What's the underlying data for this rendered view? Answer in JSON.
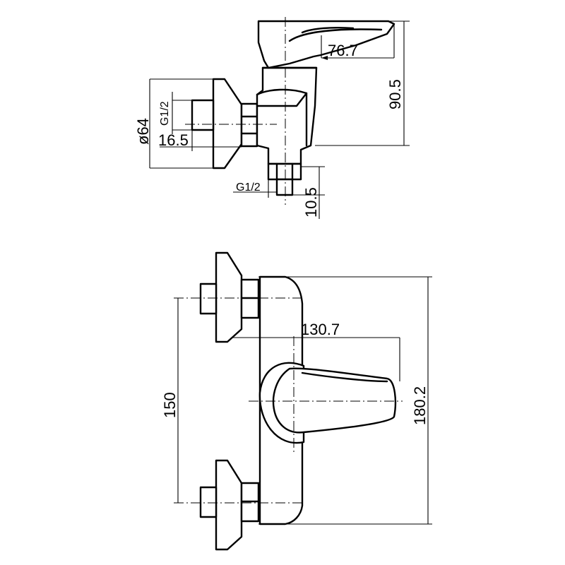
{
  "dimensions": {
    "side_view": {
      "d_76_7": "76.7",
      "d_90_5": "90.5",
      "d_64": "ø64",
      "thread_top": "G1/2",
      "d_16_5": "16.5",
      "thread_bottom": "G1/2",
      "d_10_5": "10.5"
    },
    "front_view": {
      "d_130_7": "130.7",
      "d_150": "150",
      "d_180_2": "180.2"
    }
  }
}
